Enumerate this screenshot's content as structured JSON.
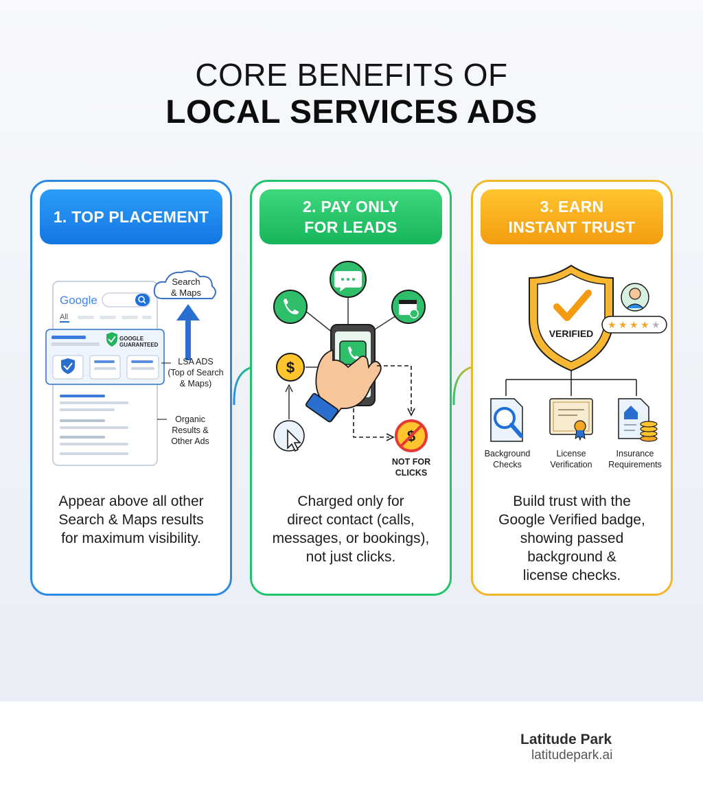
{
  "title": {
    "line1": "CORE BENEFITS OF",
    "line2": "LOCAL SERVICES ADS"
  },
  "cards": [
    {
      "header": "1. TOP PLACEMENT",
      "description": "Appear above all other\nSearch & Maps results\nfor maximum visibility.",
      "illustration": {
        "google_logo": "Google",
        "tab_all": "All",
        "cloud_label_1": "Search",
        "cloud_label_2": "& Maps",
        "guarantee_line1": "GOOGLE",
        "guarantee_line2": "GUARANTEED",
        "lsa_line1": "LSA ADS",
        "lsa_line2": "(Top of Search",
        "lsa_line3": "& Maps)",
        "organic_line1": "Organic",
        "organic_line2": "Results &",
        "organic_line3": "Other Ads"
      }
    },
    {
      "header": "2. PAY ONLY\nFOR LEADS",
      "description": "Charged only for\ndirect contact (calls,\nmessages, or bookings),\nnot just clicks.",
      "illustration": {
        "not_for_line1": "NOT FOR",
        "not_for_line2": "CLICKS"
      }
    },
    {
      "header": "3. EARN\nINSTANT TRUST",
      "description": "Build trust with the\nGoogle Verified badge,\nshowing passed\nbackground &\nlicense checks.",
      "illustration": {
        "badge": "VERIFIED",
        "rating_stars": 4,
        "items": [
          {
            "line1": "Background",
            "line2": "Checks"
          },
          {
            "line1": "License",
            "line2": "Verification"
          },
          {
            "line1": "Insurance",
            "line2": "Requirements"
          }
        ]
      }
    }
  ],
  "footer": {
    "brand": "Latitude Park",
    "url": "latitudepark.ai"
  },
  "colors": {
    "blue": "#1E88E5",
    "green": "#22C46B",
    "orange": "#F2B526"
  }
}
